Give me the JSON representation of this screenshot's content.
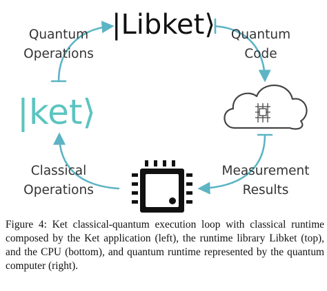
{
  "diagram": {
    "top_node": "|Libket⟩",
    "left_node": "|ket⟩",
    "labels": {
      "quantum_operations": [
        "Quantum",
        "Operations"
      ],
      "quantum_code": [
        "Quantum",
        "Code"
      ],
      "classical_operations": [
        "Classical",
        "Operations"
      ],
      "measurement_results": [
        "Measurement",
        "Results"
      ]
    },
    "colors": {
      "arrow": "#5cb4c4",
      "ket_brand": "#5cc4c0",
      "cloud_stroke": "#444444",
      "cpu_fill": "#111111"
    },
    "icons": [
      "cloud-quantum-computer-icon",
      "cpu-chip-icon"
    ]
  },
  "caption": "Figure 4: Ket classical-quantum execution loop with classical runtime composed by the Ket application (left), the runtime library Libket (top), and the CPU (bottom), and quantum runtime represented by the quantum computer (right)."
}
